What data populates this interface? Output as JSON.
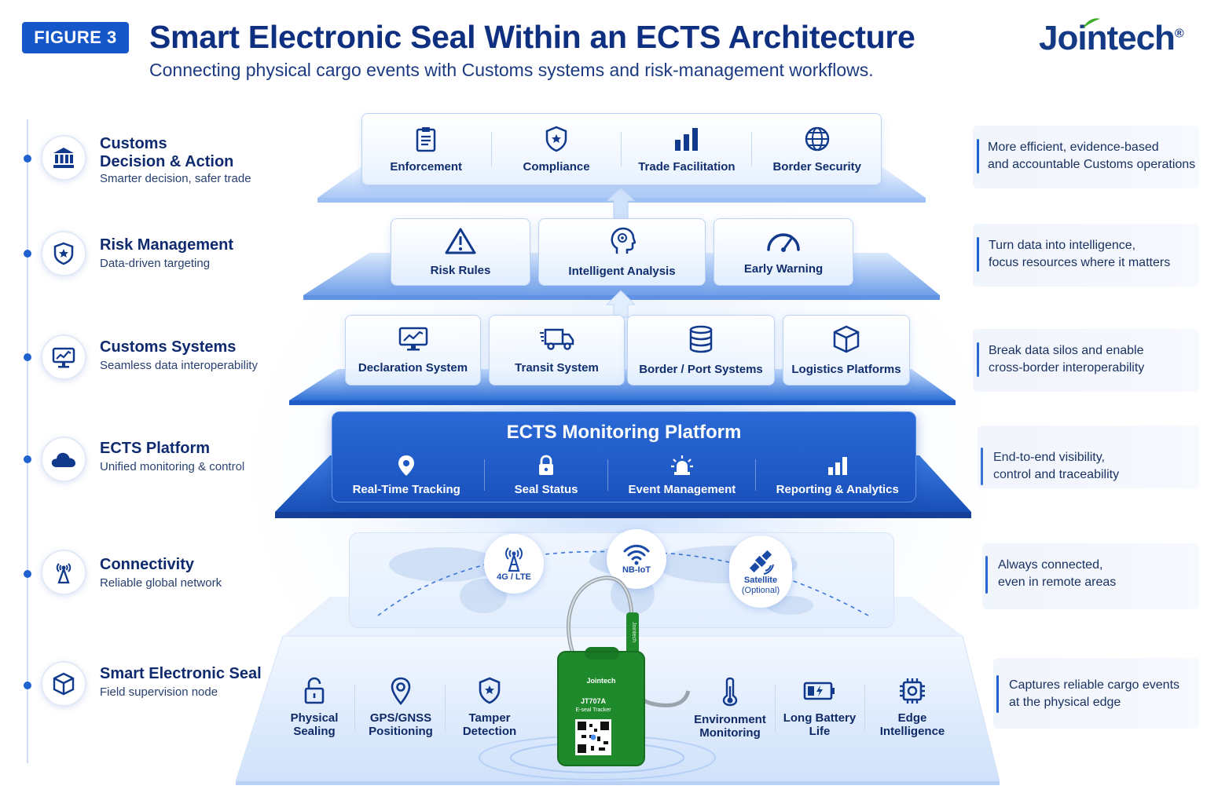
{
  "header": {
    "figure_badge": "FIGURE 3",
    "title": "Smart Electronic Seal Within an ECTS Architecture",
    "subtitle": "Connecting physical cargo events with Customs systems and risk-management workflows.",
    "logo": "Jointech",
    "logo_mark": "®"
  },
  "left_items": [
    {
      "title_line1": "Customs",
      "title_line2": "Decision & Action",
      "subtitle": "Smarter decision, safer trade",
      "icon": "bank-icon"
    },
    {
      "title_line1": "Risk Management",
      "title_line2": "",
      "subtitle": "Data-driven targeting",
      "icon": "shield-icon"
    },
    {
      "title_line1": "Customs Systems",
      "title_line2": "",
      "subtitle": "Seamless data interoperability",
      "icon": "monitor-chart-icon"
    },
    {
      "title_line1": "ECTS Platform",
      "title_line2": "",
      "subtitle": "Unified monitoring & control",
      "icon": "cloud-icon"
    },
    {
      "title_line1": "Connectivity",
      "title_line2": "",
      "subtitle": "Reliable global network",
      "icon": "antenna-icon"
    },
    {
      "title_line1": "Smart Electronic Seal",
      "title_line2": "",
      "subtitle": "Field supervision node",
      "icon": "cube-icon"
    }
  ],
  "right_items": [
    {
      "line1": "More efficient, evidence-based",
      "line2": "and accountable Customs operations"
    },
    {
      "line1": "Turn data into intelligence,",
      "line2": "focus resources where it matters"
    },
    {
      "line1": "Break data silos and enable",
      "line2": "cross-border interoperability"
    },
    {
      "line1": "End-to-end visibility,",
      "line2": "control and traceability"
    },
    {
      "line1": "Always connected,",
      "line2": "even in remote areas"
    },
    {
      "line1": "Captures reliable cargo events",
      "line2": "at the physical edge"
    }
  ],
  "layers": {
    "decision": [
      "Enforcement",
      "Compliance",
      "Trade Facilitation",
      "Border Security"
    ],
    "risk": [
      "Risk Rules",
      "Intelligent Analysis",
      "Early Warning"
    ],
    "systems": [
      "Declaration System",
      "Transit System",
      "Border / Port Systems",
      "Logistics Platforms"
    ],
    "platform": {
      "title": "ECTS Monitoring Platform",
      "items": [
        "Real-Time Tracking",
        "Seal Status",
        "Event Management",
        "Reporting & Analytics"
      ]
    },
    "connectivity": [
      {
        "line1": "4G / LTE",
        "line2": ""
      },
      {
        "line1": "NB-IoT",
        "line2": ""
      },
      {
        "line1": "Satellite",
        "line2": "(Optional)"
      }
    ],
    "seal": {
      "features_left": [
        {
          "line1": "Physical",
          "line2": "Sealing"
        },
        {
          "line1": "GPS/GNSS",
          "line2": "Positioning"
        },
        {
          "line1": "Tamper",
          "line2": "Detection"
        }
      ],
      "features_right": [
        {
          "line1": "Environment",
          "line2": "Monitoring"
        },
        {
          "line1": "Long Battery",
          "line2": "Life"
        },
        {
          "line1": "Edge",
          "line2": "Intelligence"
        }
      ],
      "device_brand": "Jointech",
      "device_model": "JT707A",
      "device_type": "E-seal Tracker",
      "shackle_text": "Jointech"
    }
  },
  "colors": {
    "primary": "#1557c9",
    "navy": "#0f2f80",
    "seal_green": "#1f8a2c",
    "accent_light": "#e8f1ff"
  }
}
